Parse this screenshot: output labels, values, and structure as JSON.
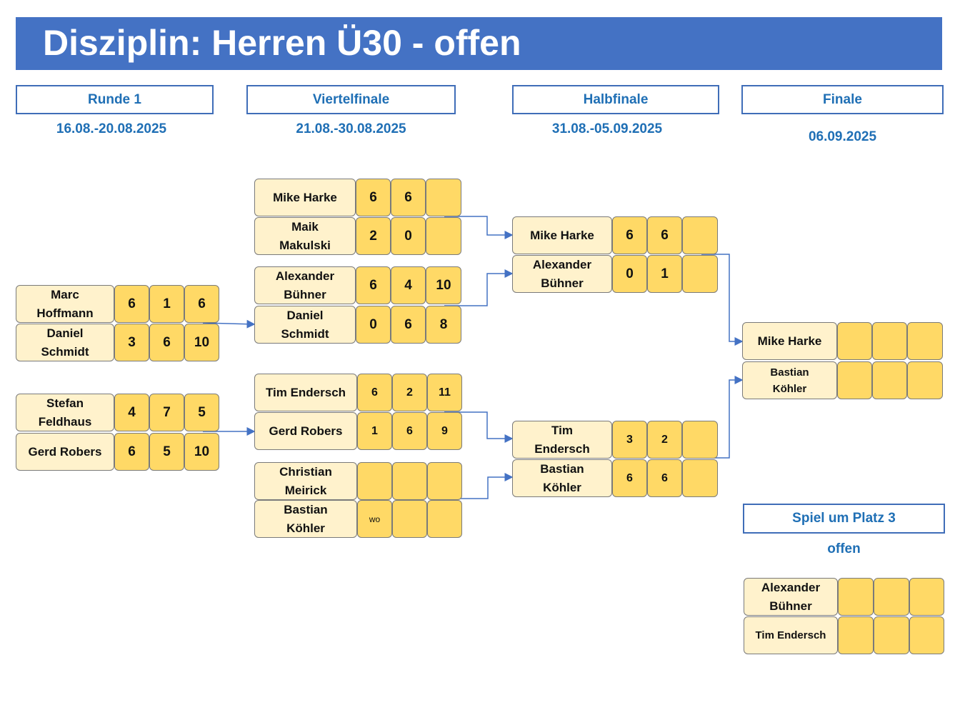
{
  "title": "Disziplin: Herren Ü30 - offen",
  "rounds": [
    {
      "label": "Runde 1",
      "date": "16.08.-20.08.2025"
    },
    {
      "label": "Viertelfinale",
      "date": "21.08.-30.08.2025"
    },
    {
      "label": "Halbfinale",
      "date": "31.08.-05.09.2025"
    },
    {
      "label": "Finale",
      "date": "06.09.2025"
    }
  ],
  "third_place": {
    "label": "Spiel um Platz 3",
    "status": "offen"
  },
  "players": {
    "marc": {
      "first": "Marc",
      "last": "Hoffmann"
    },
    "daniel_r1": {
      "first": "Daniel",
      "last": "Schmidt"
    },
    "stefan": {
      "first": "Stefan",
      "last": "Feldhaus"
    },
    "gerd_r1": "Gerd Robers",
    "mike_qf": "Mike Harke",
    "maik": {
      "first": "Maik",
      "last": "Makulski"
    },
    "alexander_qf": {
      "first": "Alexander",
      "last": "Bühner"
    },
    "daniel_qf": {
      "first": "Daniel",
      "last": "Schmidt"
    },
    "tim_qf": "Tim Endersch",
    "gerd_qf": "Gerd Robers",
    "christian": {
      "first": "Christian",
      "last": "Meirick"
    },
    "bastian_qf": {
      "first": "Bastian",
      "last": "Köhler"
    },
    "mike_sf": "Mike Harke",
    "alexander_sf": {
      "first": "Alexander",
      "last": "Bühner"
    },
    "tim_sf": {
      "first": "Tim",
      "last": "Endersch"
    },
    "bastian_sf": {
      "first": "Bastian",
      "last": "Köhler"
    },
    "mike_f": "Mike Harke",
    "bastian_f": {
      "first": "Bastian",
      "last": "Köhler"
    },
    "alexander_p3": {
      "first": "Alexander",
      "last": "Bühner"
    },
    "tim_p3": "Tim Endersch"
  },
  "scores": {
    "marc": [
      "6",
      "1",
      "6"
    ],
    "daniel_r1": [
      "3",
      "6",
      "10"
    ],
    "stefan": [
      "4",
      "7",
      "5"
    ],
    "gerd_r1": [
      "6",
      "5",
      "10"
    ],
    "mike_qf": [
      "6",
      "6",
      ""
    ],
    "maik": [
      "2",
      "0",
      ""
    ],
    "alexander_qf": [
      "6",
      "4",
      "10"
    ],
    "daniel_qf": [
      "0",
      "6",
      "8"
    ],
    "tim_qf": [
      "6",
      "2",
      "11"
    ],
    "gerd_qf": [
      "1",
      "6",
      "9"
    ],
    "christian": [
      "",
      "",
      ""
    ],
    "bastian_qf": [
      "wo",
      "",
      ""
    ],
    "mike_sf": [
      "6",
      "6",
      ""
    ],
    "alexander_sf": [
      "0",
      "1",
      ""
    ],
    "tim_sf": [
      "3",
      "2",
      ""
    ],
    "bastian_sf": [
      "6",
      "6",
      ""
    ],
    "mike_f": [
      "",
      "",
      ""
    ],
    "bastian_f": [
      "",
      "",
      ""
    ],
    "alexander_p3": [
      "",
      "",
      ""
    ],
    "tim_p3": [
      "",
      "",
      ""
    ]
  },
  "colors": {
    "banner": "#4472c4",
    "header_text": "#1f6fb5",
    "name_cell": "#fff2cc",
    "score_cell": "#ffd966",
    "connector": "#4472c4"
  }
}
